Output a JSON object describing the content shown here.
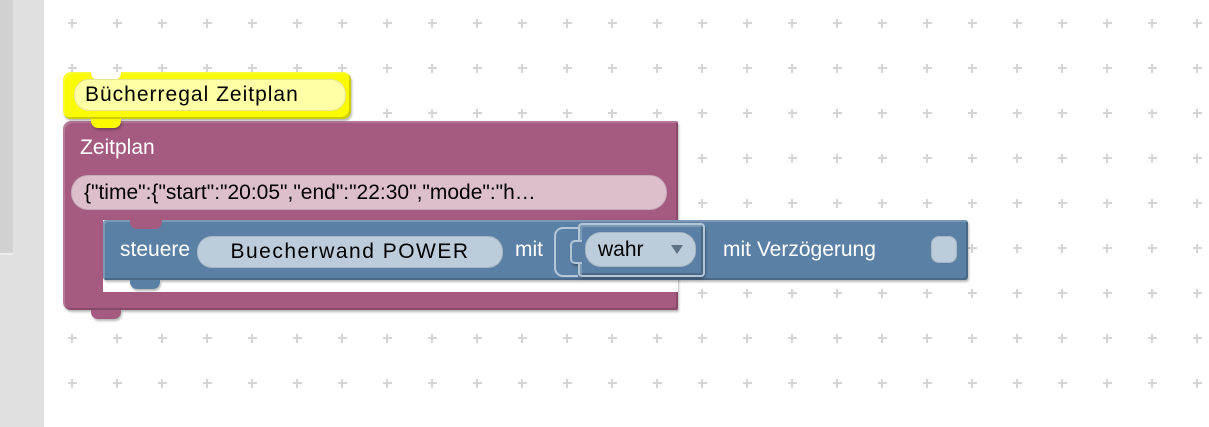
{
  "workspace": {
    "background": "#ffffff",
    "grid_color": "#d5d5d5",
    "rail_color": "#e0e0e0",
    "scroll_thumb_color": "#d1d1d1"
  },
  "blocks": {
    "comment": {
      "text": "Bücherregal Zeitplan",
      "color": "#fafa00",
      "field_color": "#ffffa6"
    },
    "schedule": {
      "title": "Zeitplan",
      "cron_value": "{\"time\":{\"start\":\"20:05\",\"end\":\"22:30\",\"mode\":\"h…",
      "color": "#a55b80",
      "field_color": "#dcbecd"
    },
    "control": {
      "label_action": "steuere",
      "device_value": "Buecherwand POWER",
      "label_with": "mit",
      "label_delay": "mit Verzögerung",
      "delay_checked": false,
      "color": "#5b80a5",
      "field_color": "#bdccdb"
    },
    "logic_value": {
      "selected_option": "wahr",
      "color": "#5b80a5"
    }
  }
}
